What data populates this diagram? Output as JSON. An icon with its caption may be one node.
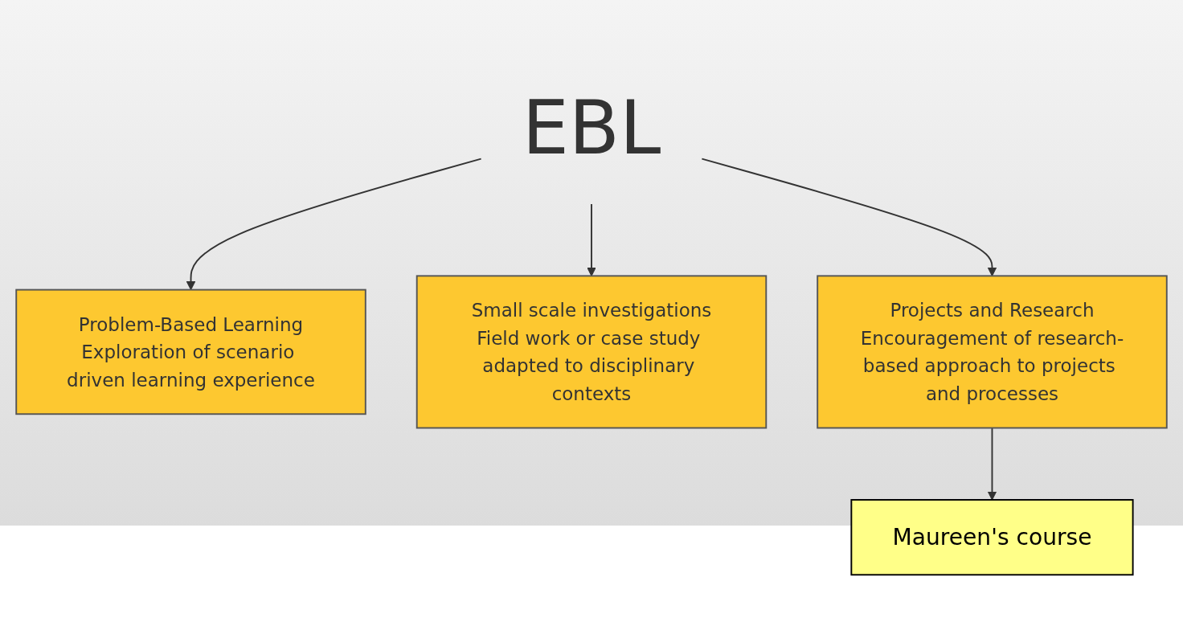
{
  "diagram": {
    "nodes": [
      {
        "text": [
          "EBL"
        ]
      },
      {
        "text": [
          "Problem-Based Learning",
          "Exploration of scenario driven learning experience"
        ]
      },
      {
        "text": [
          "Small scale investigations",
          "Field work or case study adapted to disciplinary contexts"
        ]
      },
      {
        "text": [
          "Projects and Research",
          "Encouragement of research-based approach to projects and processes"
        ]
      },
      {
        "text": [
          "Maureen's course"
        ]
      }
    ],
    "edges": [
      {
        "from": 0,
        "to": 1,
        "arrow": "to"
      },
      {
        "from": 0,
        "to": 2,
        "arrow": "to"
      },
      {
        "from": 0,
        "to": 3,
        "arrow": "to"
      },
      {
        "from": 3,
        "to": 4,
        "arrow": "to"
      }
    ]
  }
}
